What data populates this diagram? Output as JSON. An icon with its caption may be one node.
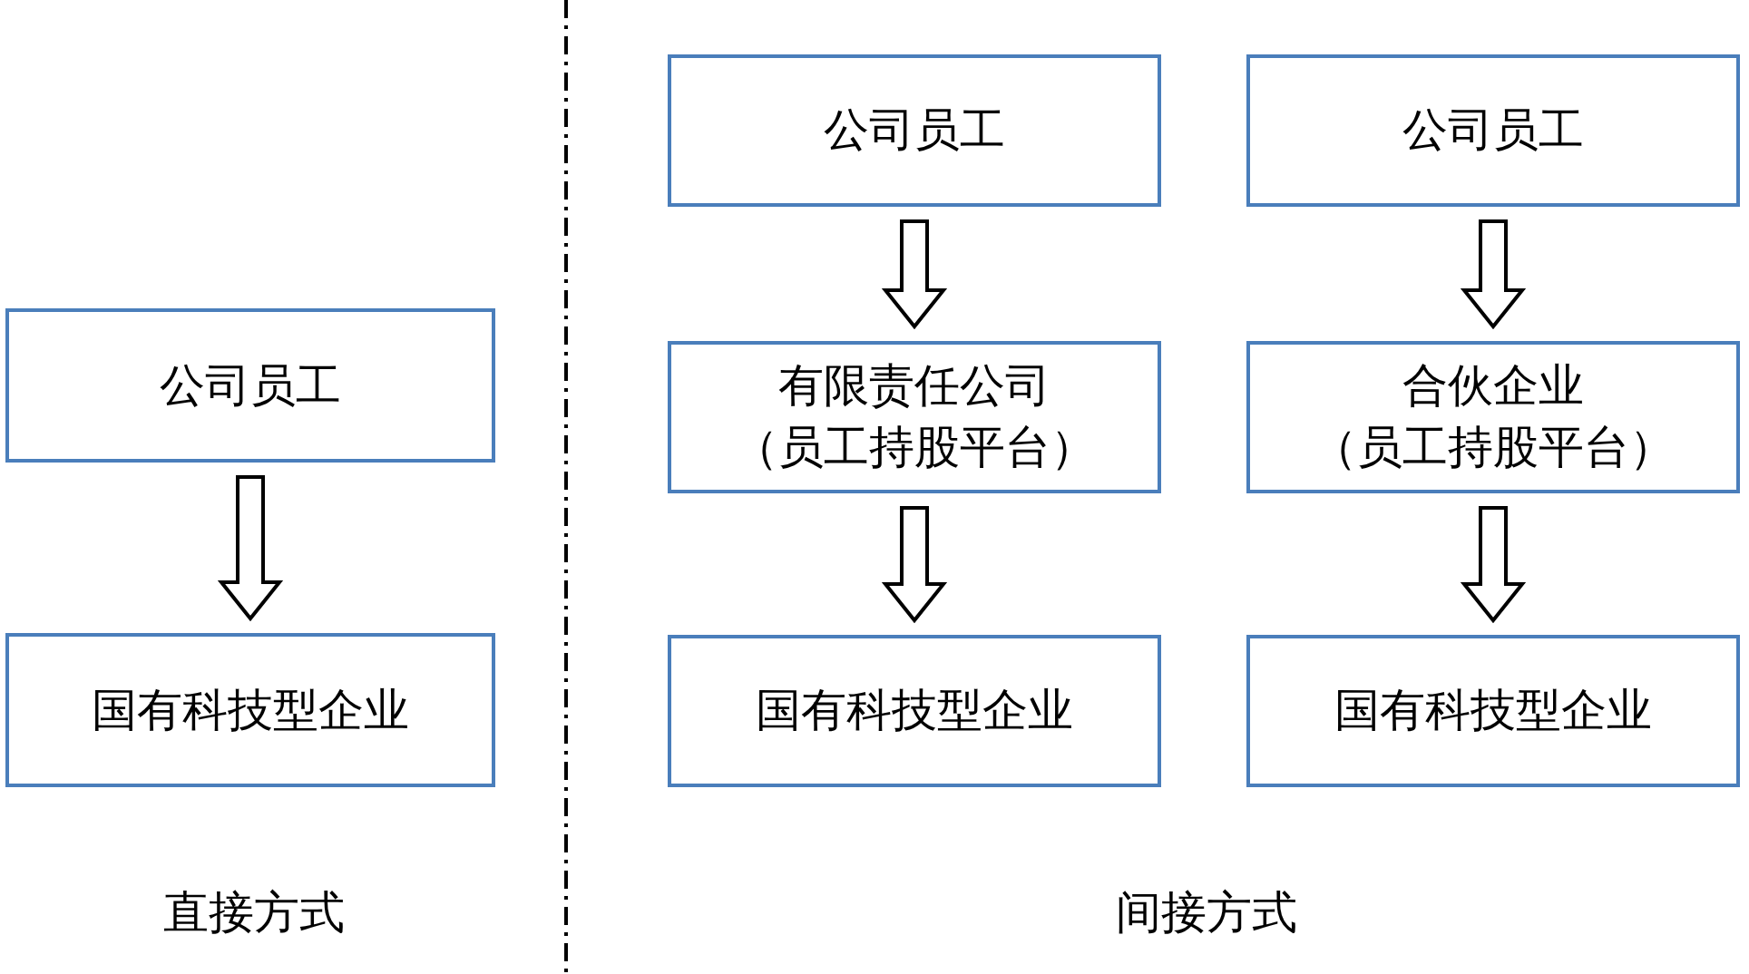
{
  "diagram": {
    "nodes": [
      {
        "text": [
          "公司员工"
        ]
      },
      {
        "text": [
          "国有科技型企业"
        ]
      },
      {
        "text": [
          "公司员工"
        ]
      },
      {
        "text": [
          "公司员工"
        ]
      },
      {
        "text": [
          "有限责任公司",
          "（员工持股平台）"
        ]
      },
      {
        "text": [
          "合伙企业",
          "（员工持股平台）"
        ]
      },
      {
        "text": [
          "国有科技型企业"
        ]
      },
      {
        "text": [
          "国有科技型企业"
        ]
      }
    ],
    "edges": [
      {
        "from": 0,
        "to": 1,
        "arrow": "to"
      },
      {
        "from": 2,
        "to": 4,
        "arrow": "to"
      },
      {
        "from": 3,
        "to": 5,
        "arrow": "to"
      },
      {
        "from": 4,
        "to": 6,
        "arrow": "to"
      },
      {
        "from": 5,
        "to": 7,
        "arrow": "to"
      }
    ],
    "labels": [
      "直接方式",
      "间接方式"
    ]
  }
}
